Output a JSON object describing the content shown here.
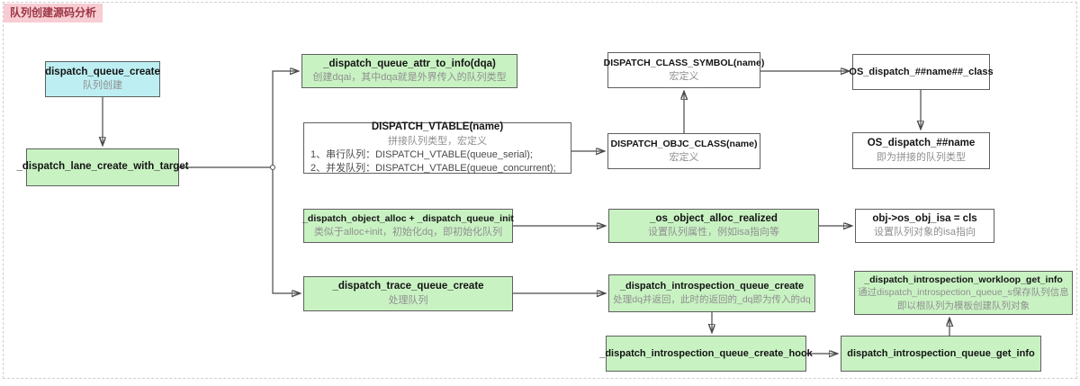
{
  "page": {
    "title_badge": "队列创建源码分析"
  },
  "nodes": {
    "queue_create": {
      "title": "dispatch_queue_create",
      "sub": "队列创建"
    },
    "lane_create": {
      "title": "_dispatch_lane_create_with_target"
    },
    "attr_to_info": {
      "title": "_dispatch_queue_attr_to_info(dqa)",
      "sub": "创建dqai，其中dqa就是外界传入的队列类型"
    },
    "vtable": {
      "title": "DISPATCH_VTABLE(name)",
      "sub": "拼接队列类型，宏定义",
      "line1": "1、串行队列：DISPATCH_VTABLE(queue_serial);",
      "line2": "2、并发队列：DISPATCH_VTABLE(queue_concurrent);"
    },
    "class_symbol": {
      "title": "DISPATCH_CLASS_SYMBOL(name)",
      "sub": "宏定义"
    },
    "objc_class": {
      "title": "DISPATCH_OBJC_CLASS(name)",
      "sub": "宏定义"
    },
    "os_name_class": {
      "title": "OS_dispatch_##name##_class"
    },
    "os_name": {
      "title": "OS_dispatch_##name",
      "sub": "即为拼接的队列类型"
    },
    "object_alloc": {
      "title": "_dispatch_object_alloc + _dispatch_queue_init",
      "sub": "类似于alloc+init，初始化dq，即初始化队列"
    },
    "alloc_realized": {
      "title": "_os_object_alloc_realized",
      "sub": "设置队列属性，例如isa指向等"
    },
    "obj_isa": {
      "title": "obj->os_obj_isa = cls",
      "sub": "设置队列对象的isa指向"
    },
    "trace_create": {
      "title": "_dispatch_trace_queue_create",
      "sub": "处理队列"
    },
    "introspection_create": {
      "title": "_dispatch_introspection_queue_create",
      "sub": "处理dq并返回，此时的返回的_dq即为传入的dq"
    },
    "workloop_get_info": {
      "title": "_dispatch_introspection_workloop_get_info",
      "sub": "通过dispatch_introspection_queue_s保存队列信息",
      "sub2": "即以根队列为模板创建队列对象"
    },
    "create_hook": {
      "title": "_dispatch_introspection_queue_create_hook"
    },
    "get_info": {
      "title": "dispatch_introspection_queue_get_info"
    }
  },
  "colors": {
    "node_green": "#c9f2c3",
    "node_cyan": "#bceef2",
    "node_border": "#5f5f5f",
    "badge_bg": "#f8ccd3",
    "badge_text": "#9c3644",
    "wire": "#4a4a4a",
    "sub_text": "#8f8f8f"
  }
}
